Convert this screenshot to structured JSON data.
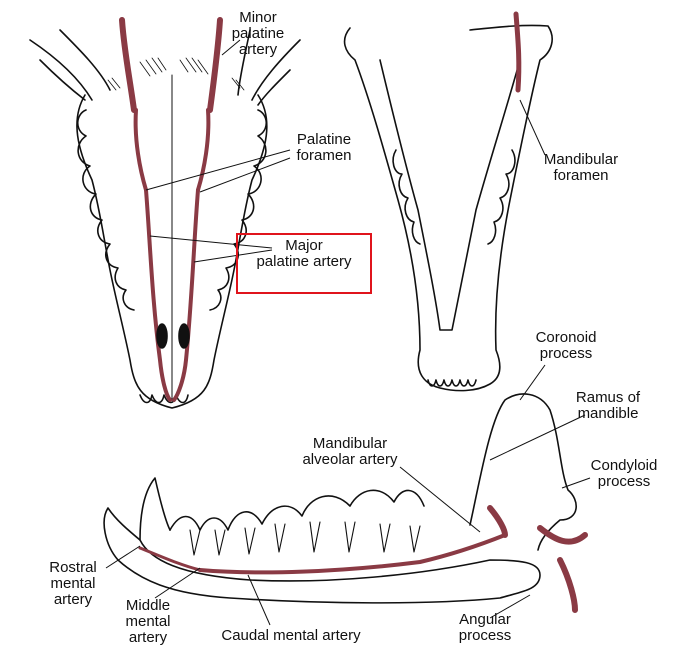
{
  "colors": {
    "artery": "#8a3a44",
    "artery_dark": "#6d2630",
    "line": "#111111",
    "highlight": "#e0141c"
  },
  "labels": {
    "minor_palatine_artery": [
      "Minor",
      "palatine",
      "artery"
    ],
    "palatine_foramen": [
      "Palatine",
      "foramen"
    ],
    "major_palatine_artery": [
      "Major",
      "palatine artery"
    ],
    "mandibular_foramen": [
      "Mandibular",
      "foramen"
    ],
    "coronoid_process": [
      "Coronoid",
      "process"
    ],
    "ramus_of_mandible": [
      "Ramus of",
      "mandible"
    ],
    "condyloid_process": [
      "Condyloid",
      "process"
    ],
    "mandibular_alveolar_artery": [
      "Mandibular",
      "alveolar artery"
    ],
    "rostral_mental_artery": [
      "Rostral",
      "mental",
      "artery"
    ],
    "middle_mental_artery": [
      "Middle",
      "mental",
      "artery"
    ],
    "caudal_mental_artery": "Caudal mental artery",
    "angular_process": [
      "Angular",
      "process"
    ]
  },
  "highlight": {
    "target": "major_palatine_artery"
  }
}
